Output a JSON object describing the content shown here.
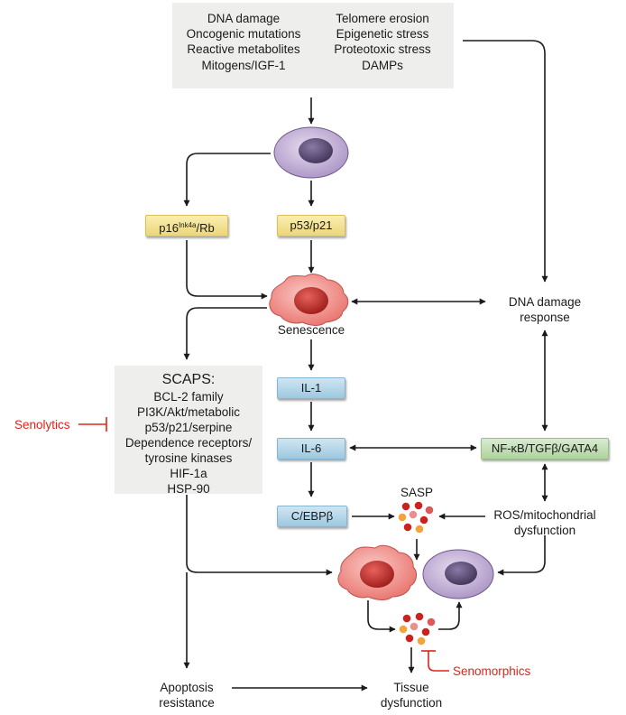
{
  "stimuli_left": [
    "DNA damage",
    "Oncogenic mutations",
    "Reactive metabolites",
    "Mitogens/IGF-1"
  ],
  "stimuli_right": [
    "Telomere erosion",
    "Epigenetic stress",
    "Proteotoxic stress",
    "DAMPs"
  ],
  "p16_main": "p16",
  "p16_sup": "Ink4a",
  "p16_tail": "/Rb",
  "p53": "p53/p21",
  "senescence": "Senescence",
  "ddr": [
    "DNA damage",
    "response"
  ],
  "il1": "IL-1",
  "il6": "IL-6",
  "cebp": "C/EBPβ",
  "nfkb": "NF-κB/TGFβ/GATA4",
  "sasp": "SASP",
  "ros": [
    "ROS/mitochondrial",
    "dysfunction"
  ],
  "scaps_title": "SCAPS:",
  "scaps_items": [
    "BCL-2 family",
    "PI3K/Akt/metabolic",
    "p53/p21/serpine",
    "Dependence receptors/",
    "tyrosine kinases",
    "HIF-1a",
    "HSP-90"
  ],
  "senolytics": "Senolytics",
  "senomorphics": "Senomorphics",
  "apoptosis": [
    "Apoptosis",
    "resistance"
  ],
  "tissue": [
    "Tissue",
    "dysfunction"
  ],
  "colors": {
    "red": "#e2231a",
    "gray_box": "#eeeeec",
    "yellow": "#ecd67a",
    "blue": "#9dc8df",
    "green": "#afd29f",
    "normal_cell": "#c9b8da",
    "senescent_cell": "#f08a86"
  }
}
